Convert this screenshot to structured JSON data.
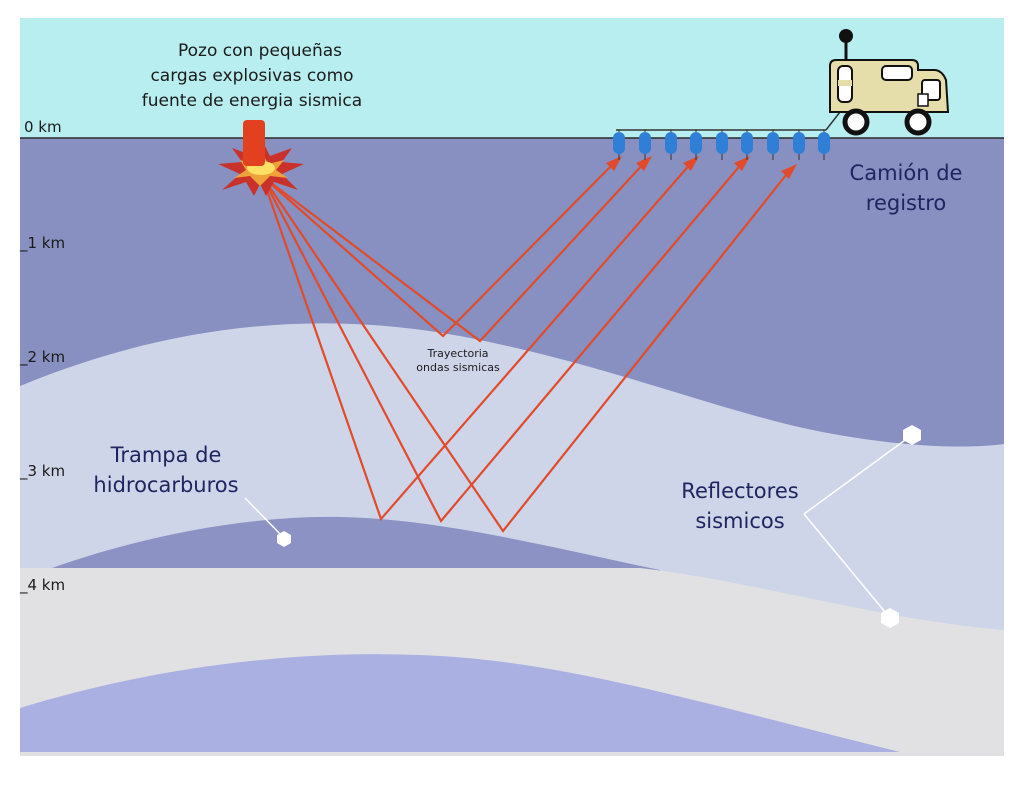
{
  "diagram": {
    "well_label": [
      "Pozo con pequeñas",
      "cargas explosivas como",
      "fuente de energia sismica"
    ],
    "truck_label": [
      "Camión de",
      "registro"
    ],
    "trap_label": [
      "Trampa de",
      "hidrocarburos"
    ],
    "reflectors_label": [
      "Reflectores",
      "sismicos"
    ],
    "path_label": [
      "Trayectoria",
      "ondas sismicas"
    ],
    "depths": [
      "0 km",
      "_1 km",
      "_2 km",
      "_3 km",
      "_4 km"
    ],
    "colors": {
      "sky": "#b9eef0",
      "layer_1": "#8790c0",
      "layer_2": "#cfd5e8",
      "layer_3": "#e1e1e3",
      "layer_4": "#aab1e2",
      "trap": "#8c93c4",
      "ray": "#e14b2b",
      "geophone": "#2f7fd6",
      "charge": "#e2401e",
      "truck_body": "#e6deaa"
    },
    "geophone_count": 9,
    "icons": [
      "explosion-icon",
      "geophone-icon",
      "truck-icon",
      "pointer-marker-icon"
    ]
  }
}
